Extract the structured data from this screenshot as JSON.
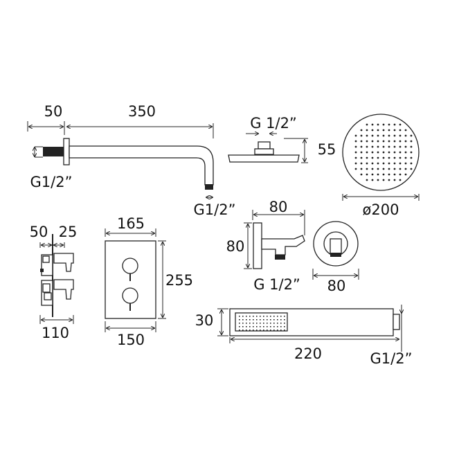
{
  "shower_arm": {
    "depth_label": "50",
    "length_label": "350",
    "inlet_thread": "G1/2”",
    "outlet_thread": "G1/2”"
  },
  "shower_head_side": {
    "thread": "G 1/2”",
    "height_label": "55"
  },
  "shower_head_front": {
    "diameter_label": "ø200"
  },
  "valve_side": {
    "depth_label": "50",
    "projection_label": "25",
    "total_label": "110"
  },
  "valve_plate": {
    "width_label": "165",
    "height_label": "255",
    "bottom_width_label": "150"
  },
  "wall_outlet": {
    "width_label": "80",
    "height_label": "80",
    "thread": "G 1/2”",
    "front_width_label": "80"
  },
  "handset": {
    "diameter_label": "30",
    "length_label": "220",
    "thread": "G1/2”"
  },
  "colors": {
    "line": "#222222",
    "background": "#ffffff"
  }
}
